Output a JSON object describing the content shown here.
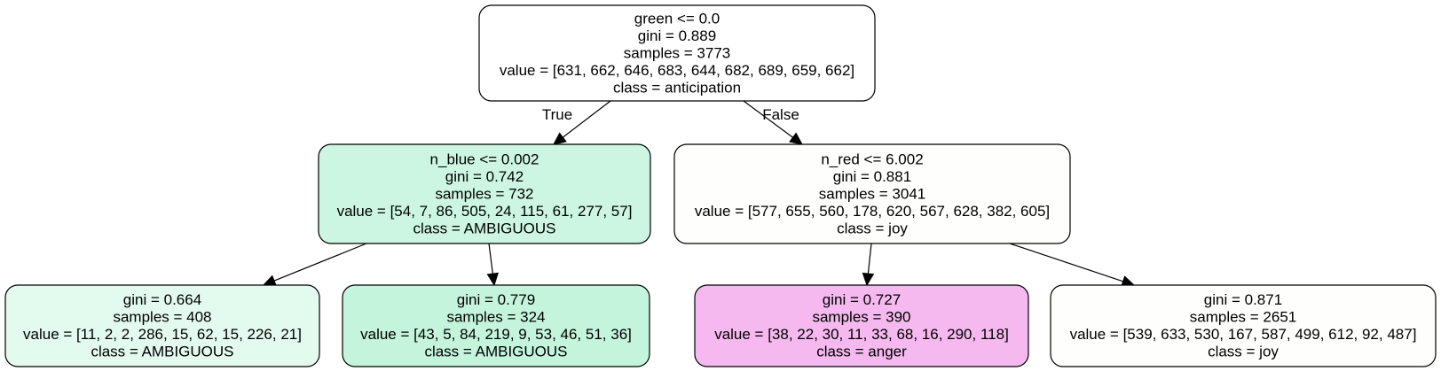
{
  "tree": {
    "nodes": [
      {
        "id": "root",
        "fill": "#ffffff",
        "lines": [
          "green <= 0.0",
          "gini = 0.889",
          "samples = 3773",
          "value = [631, 662, 646, 683, 644, 682, 689, 659, 662]",
          "class = anticipation"
        ]
      },
      {
        "id": "left",
        "fill": "#cdf6e2",
        "lines": [
          "n_blue <= 0.002",
          "gini = 0.742",
          "samples = 732",
          "value = [54, 7, 86, 505, 24, 115, 61, 277, 57]",
          "class = AMBIGUOUS"
        ]
      },
      {
        "id": "right",
        "fill": "#fefefc",
        "lines": [
          "n_red <= 6.002",
          "gini = 0.881",
          "samples = 3041",
          "value = [577, 655, 560, 178, 620, 567, 628, 382, 605]",
          "class = joy"
        ]
      },
      {
        "id": "leaf_ll",
        "fill": "#e3faee",
        "lines": [
          "gini = 0.664",
          "samples = 408",
          "value = [11, 2, 2, 286, 15, 62, 15, 226, 21]",
          "class = AMBIGUOUS"
        ]
      },
      {
        "id": "leaf_lr",
        "fill": "#c4f4dc",
        "lines": [
          "gini = 0.779",
          "samples = 324",
          "value = [43, 5, 84, 219, 9, 53, 46, 51, 36]",
          "class = AMBIGUOUS"
        ]
      },
      {
        "id": "leaf_rl",
        "fill": "#f5b9ef",
        "lines": [
          "gini = 0.727",
          "samples = 390",
          "value = [38, 22, 30, 11, 33, 68, 16, 290, 118]",
          "class = anger"
        ]
      },
      {
        "id": "leaf_rr",
        "fill": "#fefefc",
        "lines": [
          "gini = 0.871",
          "samples = 2651",
          "value = [539, 633, 530, 167, 587, 499, 612, 92, 487]",
          "class = joy"
        ]
      }
    ],
    "edges": [
      {
        "from": "root",
        "to": "left",
        "label": "True"
      },
      {
        "from": "root",
        "to": "right",
        "label": "False"
      },
      {
        "from": "left",
        "to": "leaf_ll",
        "label": ""
      },
      {
        "from": "left",
        "to": "leaf_lr",
        "label": ""
      },
      {
        "from": "right",
        "to": "leaf_rl",
        "label": ""
      },
      {
        "from": "right",
        "to": "leaf_rr",
        "label": ""
      }
    ]
  }
}
